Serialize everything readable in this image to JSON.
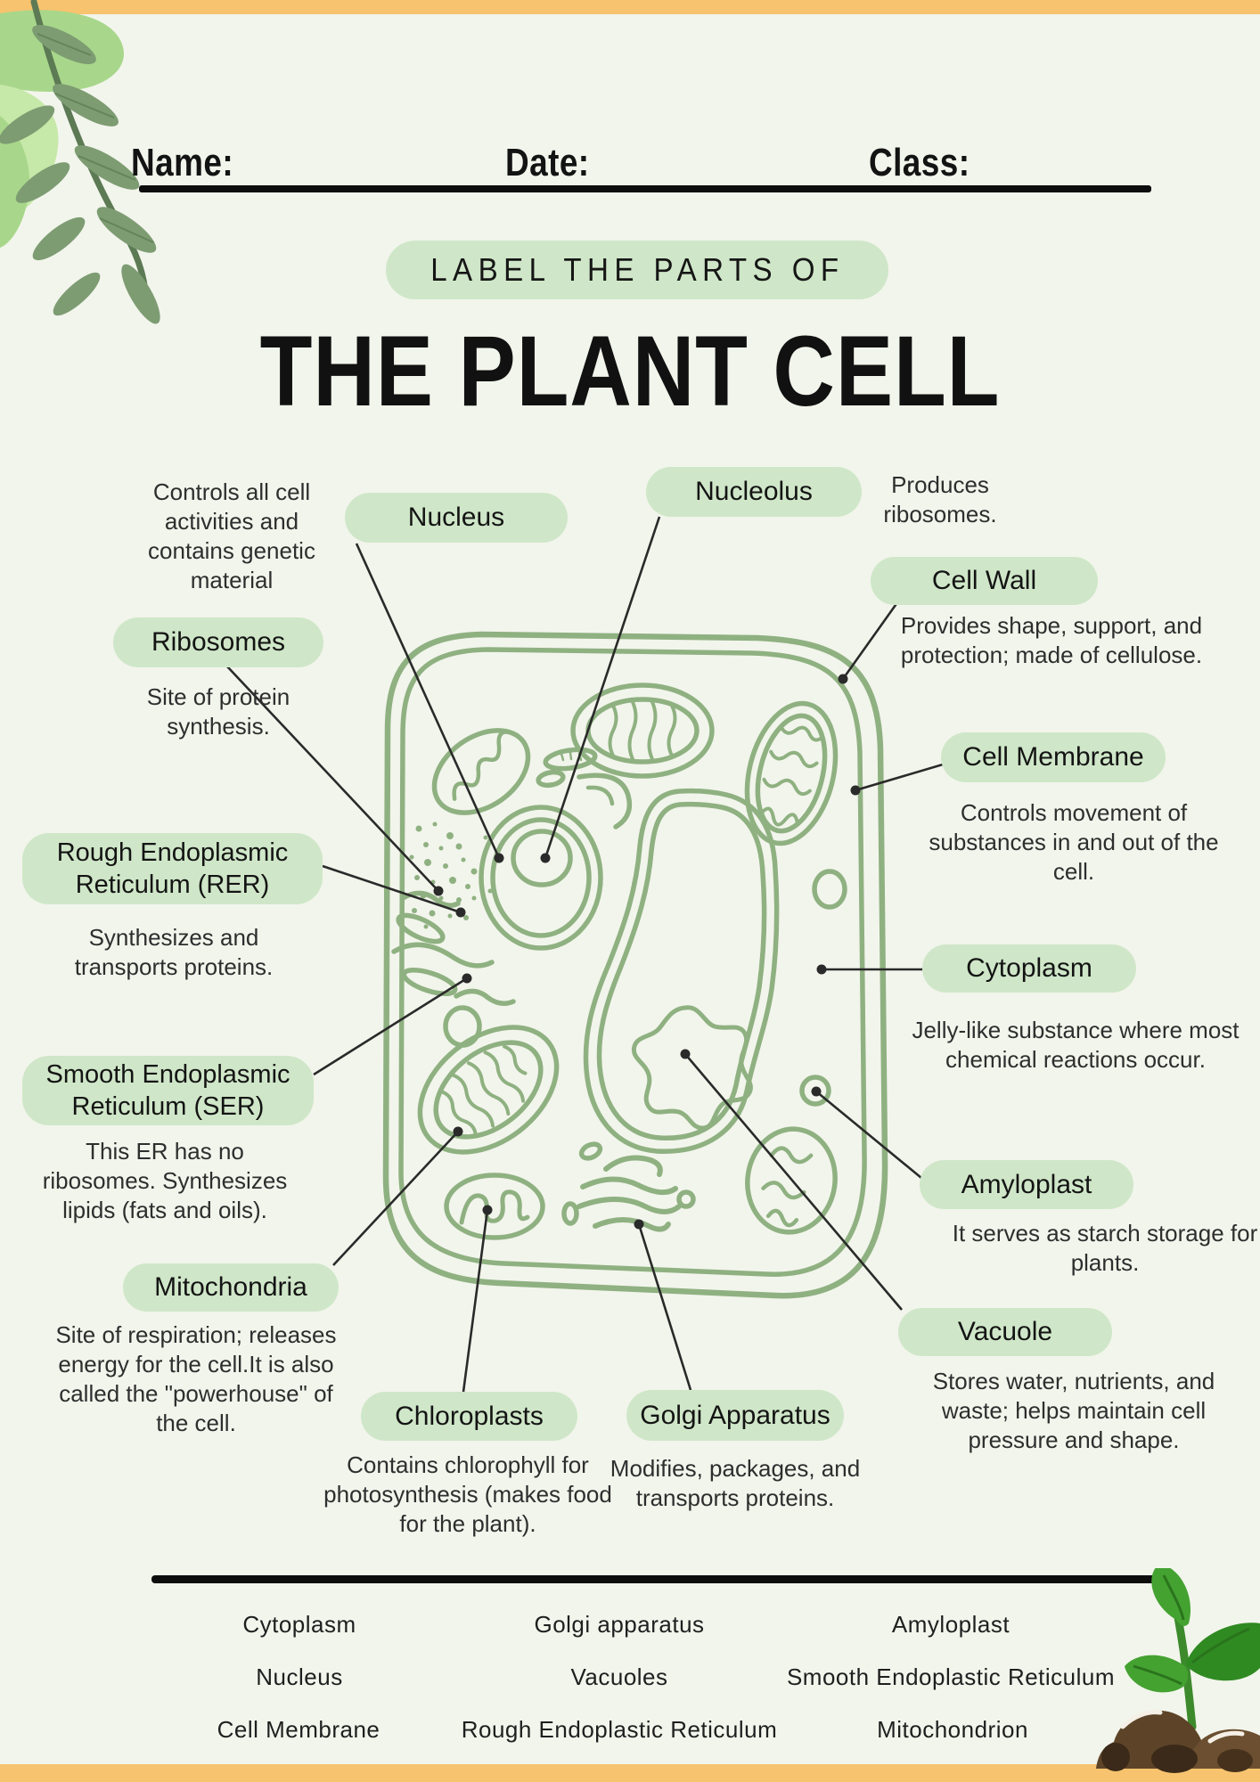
{
  "header": {
    "name_label": "Name:",
    "date_label": "Date:",
    "class_label": "Class:"
  },
  "title": {
    "kicker": "LABEL THE PARTS OF",
    "main": "THE PLANT CELL"
  },
  "labels": [
    {
      "id": "nucleus",
      "label": "Nucleus",
      "desc": "Controls all cell activities and contains genetic material"
    },
    {
      "id": "nucleolus",
      "label": "Nucleolus",
      "desc": "Produces ribosomes."
    },
    {
      "id": "ribosomes",
      "label": "Ribosomes",
      "desc": "Site of protein synthesis."
    },
    {
      "id": "cell-wall",
      "label": "Cell Wall",
      "desc": "Provides shape, support, and protection; made of cellulose."
    },
    {
      "id": "cell-membrane",
      "label": "Cell Membrane",
      "desc": "Controls movement of substances in and out of the cell."
    },
    {
      "id": "rer",
      "label": "Rough Endoplasmic Reticulum (RER)",
      "desc": "Synthesizes and transports proteins."
    },
    {
      "id": "cytoplasm",
      "label": "Cytoplasm",
      "desc": "Jelly-like substance where most chemical reactions occur."
    },
    {
      "id": "ser",
      "label": "Smooth Endoplasmic Reticulum (SER)",
      "desc": "This ER has no ribosomes.  Synthesizes lipids (fats and oils)."
    },
    {
      "id": "amyloplast",
      "label": "Amyloplast",
      "desc": "It serves as starch storage for plants."
    },
    {
      "id": "mitochondria",
      "label": "Mitochondria",
      "desc": "Site of respiration; releases energy for the cell.It is also called the \"powerhouse\" of the cell."
    },
    {
      "id": "vacuole",
      "label": "Vacuole",
      "desc": "Stores water, nutrients, and waste; helps maintain cell pressure and shape."
    },
    {
      "id": "chloroplasts",
      "label": "Chloroplasts",
      "desc": "Contains chlorophyll for photosynthesis (makes food for the plant)."
    },
    {
      "id": "golgi",
      "label": "Golgi Apparatus",
      "desc": "Modifies, packages, and transports proteins."
    }
  ],
  "word_bank": {
    "items": [
      "Cytoplasm",
      "Golgi apparatus",
      "Amyloplast",
      "Nucleus",
      "Vacuoles",
      "Smooth Endoplastic Reticulum",
      "Cell Membrane",
      "Rough Endoplastic Reticulum",
      "Mitochondrion"
    ]
  },
  "colors": {
    "background": "#f2f5ec",
    "accent_bar": "#f7c36e",
    "pill_green": "#cfe7c8",
    "diagram_green": "#8fb181",
    "leader_line": "#2a2a2a",
    "text_dark": "#141414"
  }
}
